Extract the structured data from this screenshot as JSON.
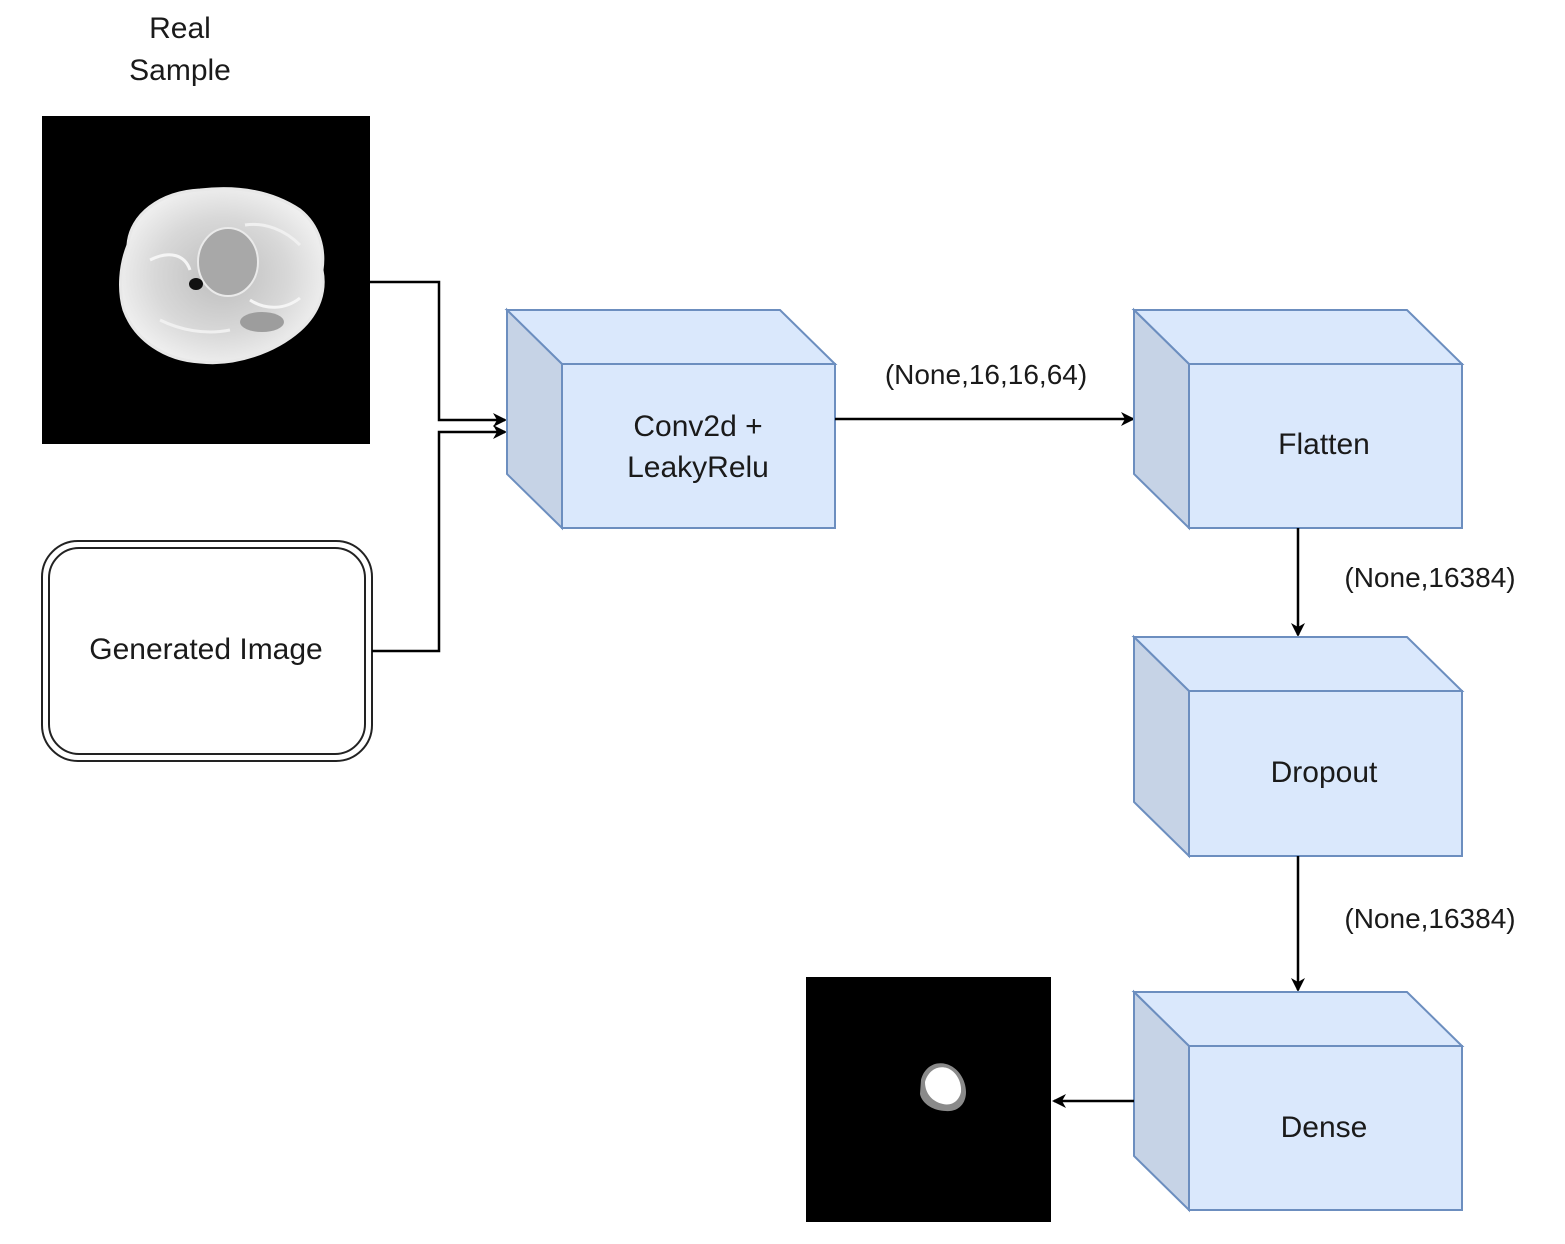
{
  "diagram": {
    "real_sample_caption_line1": "Real",
    "real_sample_caption_line2": "Sample",
    "generated_image_label": "Generated Image",
    "nodes": {
      "conv": {
        "line1": "Conv2d +",
        "line2": "LeakyRelu"
      },
      "flatten": {
        "label": "Flatten"
      },
      "dropout": {
        "label": "Dropout"
      },
      "dense": {
        "label": "Dense"
      }
    },
    "edges": {
      "conv_to_flatten": "(None,16,16,64)",
      "flatten_to_dropout": "(None,16384)",
      "dropout_to_dense": "(None,16384)"
    },
    "colors": {
      "box_front": "#dae8fc",
      "box_side": "#c6d3e6",
      "box_stroke": "#6c8ebf",
      "edge": "#000000"
    }
  }
}
